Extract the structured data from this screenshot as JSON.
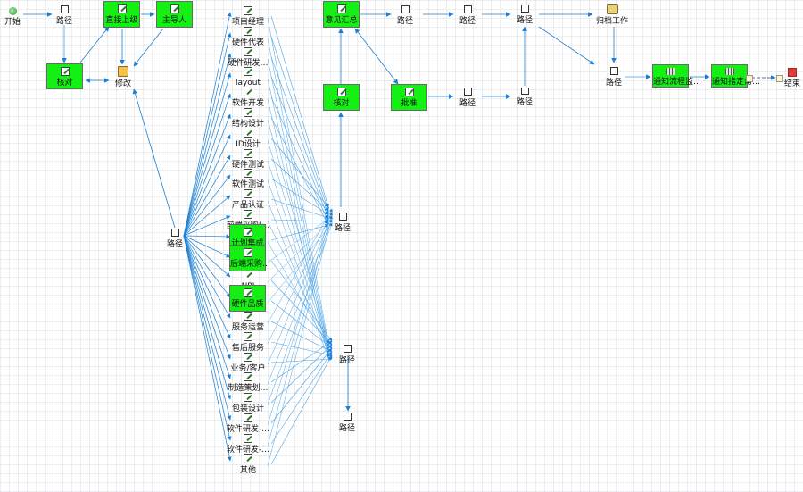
{
  "diagram": {
    "colors": {
      "task_fill": "#14f014",
      "edge": "#1a7fd4",
      "edge_light": "#4aa3e8",
      "end_marker": "#e23a3a"
    },
    "start": {
      "label": "开始",
      "icon": "start-icon"
    },
    "end": {
      "label": "结束",
      "icon": "end-icon"
    },
    "top_left": {
      "route1": {
        "label": "路径",
        "icon": "route-icon"
      },
      "direct_superior": {
        "label": "直接上级",
        "icon": "edit-task-icon"
      },
      "supervisor": {
        "label": "主导人",
        "icon": "edit-task-icon"
      },
      "verify": {
        "label": "核对",
        "icon": "edit-task-icon"
      },
      "merge": {
        "label": "修改",
        "icon": "merge-icon"
      }
    },
    "branch_router": {
      "label": "路径",
      "icon": "route-icon"
    },
    "departments": [
      {
        "label": "项目经理",
        "highlight": false
      },
      {
        "label": "硬件代表",
        "highlight": false
      },
      {
        "label": "硬件研发…",
        "highlight": false
      },
      {
        "label": "layout",
        "highlight": false
      },
      {
        "label": "软件开发",
        "highlight": false
      },
      {
        "label": "结构设计",
        "highlight": false
      },
      {
        "label": "ID设计",
        "highlight": false
      },
      {
        "label": "硬件测试",
        "highlight": false
      },
      {
        "label": "软件测试",
        "highlight": false
      },
      {
        "label": "产品认证",
        "highlight": false
      },
      {
        "label": "前端采购(…",
        "highlight": false
      },
      {
        "label": "计划集成",
        "highlight": true
      },
      {
        "label": "后端采购…",
        "highlight": true
      },
      {
        "label": "NPI",
        "highlight": false
      },
      {
        "label": "硬件品质",
        "highlight": true
      },
      {
        "label": "服务运营",
        "highlight": false
      },
      {
        "label": "售后服务",
        "highlight": false
      },
      {
        "label": "业务/客户",
        "highlight": false
      },
      {
        "label": "制造策划…",
        "highlight": false
      },
      {
        "label": "包装设计",
        "highlight": false
      },
      {
        "label": "软件研发-…",
        "highlight": false
      },
      {
        "label": "软件研发-…",
        "highlight": false
      },
      {
        "label": "其他",
        "highlight": false
      }
    ],
    "join_upper": {
      "label": "路径",
      "icon": "route-icon"
    },
    "join_lower": {
      "label": "路径",
      "icon": "route-icon"
    },
    "join_bottom": {
      "label": "路径",
      "icon": "route-icon"
    },
    "right_flow": {
      "summary": {
        "label": "意见汇总",
        "icon": "edit-task-icon"
      },
      "check": {
        "label": "核对",
        "icon": "edit-task-icon"
      },
      "approve": {
        "label": "批准",
        "icon": "edit-task-icon"
      },
      "route_a": {
        "label": "路径"
      },
      "route_b": {
        "label": "路径"
      },
      "route_c": {
        "label": "路径"
      },
      "route_d": {
        "label": "路径"
      },
      "route_e": {
        "label": "路径"
      },
      "archive": {
        "label": "归档工作",
        "icon": "archive-icon"
      },
      "route_f": {
        "label": "路径"
      },
      "notify_pm": {
        "label": "通知流程监…",
        "icon": "auto-task-icon"
      },
      "notify_role": {
        "label": "通知指定角…",
        "icon": "auto-task-icon"
      }
    }
  }
}
